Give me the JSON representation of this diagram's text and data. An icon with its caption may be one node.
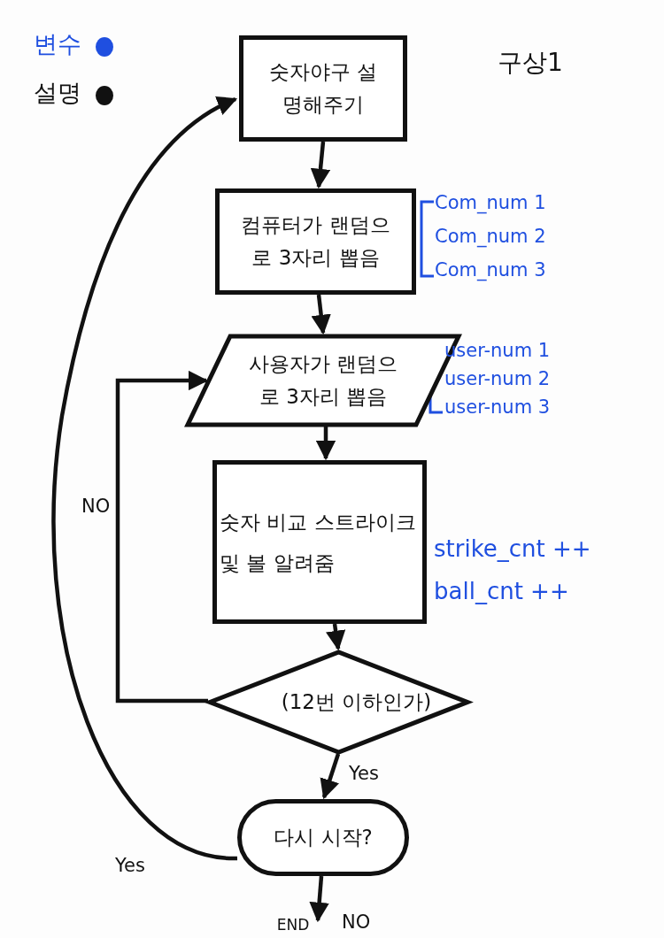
{
  "diagram": {
    "nodes": [
      {
        "text": [
          "숫자야구 설명해주기"
        ]
      },
      {
        "text": [
          "컴퓨터가 랜덤으로 3자리 뽑음"
        ],
        "beside": [
          "Com_num 1",
          "Com_num 2",
          "Com_num 3"
        ]
      },
      {
        "text": [
          "사용자가 랜덤으로 3자리 뽑음"
        ],
        "beside": [
          "user-num 1",
          "user-num 2",
          "user-num 3"
        ]
      },
      {
        "text": [
          "숫자 비교 스트라이크 및 볼 알려줌"
        ],
        "beside": [
          "strike_cnt ++",
          "ball_cnt ++"
        ]
      },
      {
        "text": [
          "(12번 이하인가)"
        ]
      },
      {
        "text": [
          "다시 시작?"
        ]
      },
      {
        "text": [
          "END"
        ]
      }
    ],
    "edges": [
      {
        "from": 0,
        "to": 1,
        "arrow": "to"
      },
      {
        "from": 1,
        "to": 2,
        "arrow": "to"
      },
      {
        "from": 2,
        "to": 3,
        "arrow": "to"
      },
      {
        "from": 3,
        "to": 4,
        "arrow": "to"
      },
      {
        "from": 4,
        "to": 2,
        "arrow": "to",
        "label": "NO"
      },
      {
        "from": 4,
        "to": 5,
        "arrow": "to",
        "label": "Yes"
      },
      {
        "from": 5,
        "to": 0,
        "arrow": "to",
        "label": "Yes"
      },
      {
        "from": 5,
        "to": 6,
        "arrow": "to",
        "label": "NO"
      }
    ],
    "labels": [
      "구상1"
    ],
    "legend": [
      {
        "text": "변수",
        "color": "#1f4fe0"
      },
      {
        "text": "설명",
        "color": "#111111"
      }
    ]
  }
}
